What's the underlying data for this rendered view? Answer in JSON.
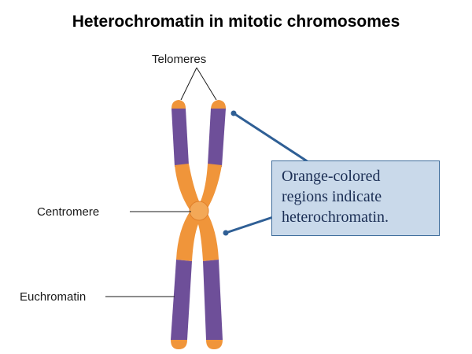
{
  "title": "Heterochromatin in mitotic chromosomes",
  "labels": {
    "telomeres": "Telomeres",
    "centromere": "Centromere",
    "euchromatin": "Euchromatin"
  },
  "callout": {
    "lines": [
      "Orange-colored",
      "regions indicate",
      "heterochromatin."
    ]
  },
  "colors": {
    "heterochromatin": "#f0953a",
    "euchromatin": "#6e4f99",
    "callout_fill": "#c9d9ea",
    "callout_border": "#3f6d9c",
    "pointer": "#2f5f95"
  }
}
